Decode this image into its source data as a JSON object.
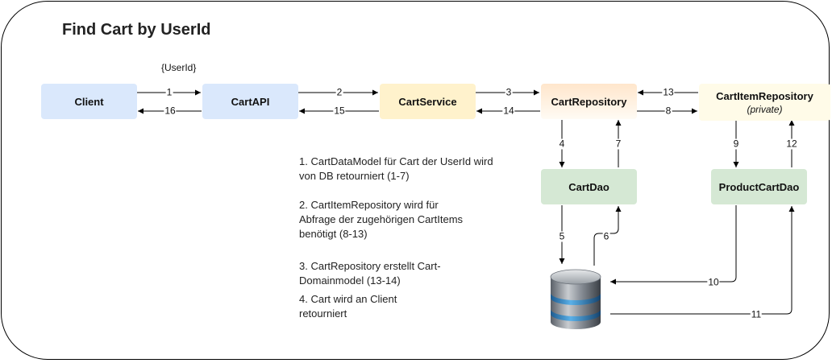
{
  "title": "Find Cart by UserId",
  "param_label": "{UserId}",
  "nodes": {
    "client": "Client",
    "cart_api": "CartAPI",
    "cart_service": "CartService",
    "cart_repository": "CartRepository",
    "cart_item_repository": "CartItemRepository",
    "cart_item_repository_sub": "(private)",
    "cart_dao": "CartDao",
    "product_cart_dao": "ProductCartDao"
  },
  "edges": {
    "e1": "1",
    "e2": "2",
    "e3": "3",
    "e4": "4",
    "e5": "5",
    "e6": "6",
    "e7": "7",
    "e8": "8",
    "e9": "9",
    "e10": "10",
    "e11": "11",
    "e12": "12",
    "e13": "13",
    "e14": "14",
    "e15": "15",
    "e16": "16"
  },
  "notes": {
    "n1": "1. CartDataModel für Cart der UserId wird von DB retourniert (1-7)",
    "n2": "2. CartItemRepository wird für Abfrage der zugehörigen CartItems benötigt (8-13)",
    "n3": "3. CartRepository erstellt Cart-Domainmodel (13-14)",
    "n4": "4. Cart wird an Client retourniert"
  },
  "icons": {
    "database": "database-icon"
  }
}
